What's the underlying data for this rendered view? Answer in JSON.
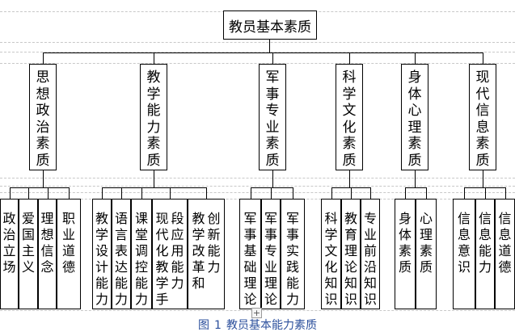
{
  "root": "教员基本素质",
  "categories": [
    {
      "label": "思想政治素质",
      "children": [
        "政治立场",
        "爱国主义",
        "理想信念",
        "职业道德"
      ]
    },
    {
      "label": "教学能力素质",
      "children": [
        "教学设计能力",
        "语言表达能力",
        "课堂调控能力",
        "现代化教学手段应用能力",
        "教学改革和创新能力"
      ]
    },
    {
      "label": "军事专业素质",
      "children": [
        "军事基础理论",
        "军事专业理论",
        "军事实践能力"
      ]
    },
    {
      "label": "科学文化素质",
      "children": [
        "科学文化知识",
        "教育理论知识",
        "专业前沿知识"
      ]
    },
    {
      "label": "身体心理素质",
      "children": [
        "身体素质",
        "心理素质"
      ]
    },
    {
      "label": "现代信息素质",
      "children": [
        "信息意识",
        "信息能力",
        "信息道德"
      ]
    }
  ],
  "caption": {
    "prefix": "图",
    "number": "1",
    "text": "教员基本能力素质"
  },
  "move_handle": "+"
}
